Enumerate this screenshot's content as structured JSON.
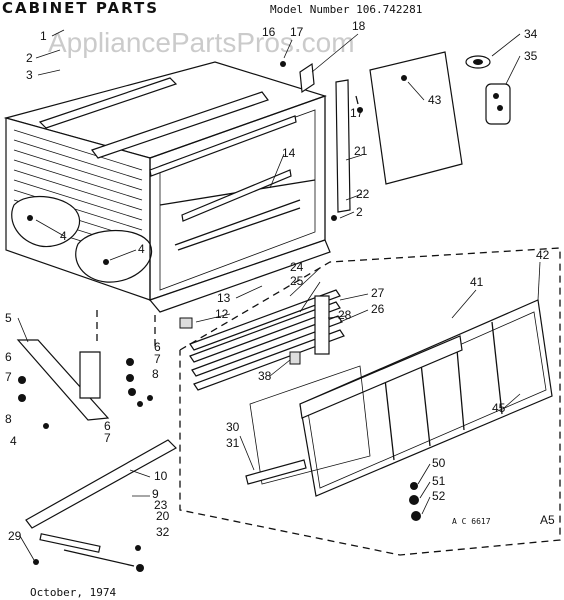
{
  "header": {
    "title": "CABINET PARTS",
    "model_label": "Model Number 106.742281"
  },
  "watermark": "AppliancePartsPros.com",
  "footer": {
    "date": "October, 1974",
    "code": "A C 6617",
    "page": "A5"
  },
  "callouts": {
    "n1": "1",
    "n2": "2",
    "n3": "3",
    "n4a": "4",
    "n4b": "4",
    "n4c": "4",
    "n5": "5",
    "n6a": "6",
    "n6b": "6",
    "n6c": "6",
    "n7a": "7",
    "n7b": "7",
    "n7c": "7",
    "n8a": "8",
    "n8b": "8",
    "n9": "9",
    "n10": "10",
    "n12": "12",
    "n13": "13",
    "n14": "14",
    "n16": "16",
    "n17a": "17",
    "n17b": "17",
    "n18": "18",
    "n2b": "2",
    "n20": "20",
    "n21": "21",
    "n22": "22",
    "n23": "23",
    "n24": "24",
    "n25": "25",
    "n26": "26",
    "n27": "27",
    "n28": "28",
    "n29": "29",
    "n30": "30",
    "n31": "31",
    "n32": "32",
    "n34": "34",
    "n35": "35",
    "n38": "38",
    "n41": "41",
    "n42": "42",
    "n43": "43",
    "n45": "45",
    "n50": "50",
    "n51": "51",
    "n52": "52"
  }
}
